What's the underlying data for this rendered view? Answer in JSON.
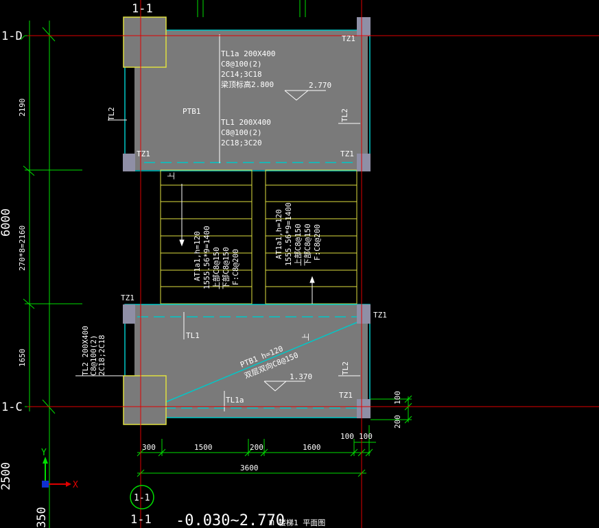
{
  "section_marks": {
    "top": "1-1",
    "bottom": "1-1",
    "circle": "1-1"
  },
  "axes": {
    "d": "1-D",
    "c": "1-C"
  },
  "left_dims": {
    "d1": "2190",
    "d2": "270*8=2160",
    "d3": "1650",
    "total": "6000",
    "e1": "2500",
    "e2": "350"
  },
  "bottom_dims": {
    "a": "300",
    "b": "1500",
    "c": "200",
    "d": "1600",
    "total": "3600",
    "e": "100",
    "f": "100"
  },
  "right_dims": {
    "a": "100",
    "b": "200"
  },
  "top_slab": {
    "tl1a_1": "TL1a 200X400",
    "tl1a_2": "C8@100(2)",
    "tl1a_3": "2C14;3C18",
    "tl1a_4": "梁顶标高2.800",
    "ptb": "PTB1",
    "tl1_1": "TL1 200X400",
    "tl1_2": "C8@100(2)",
    "tl1_3": "2C18;3C20",
    "level": "2.770",
    "tl2_left": "TL2",
    "tl2_right": "TL2"
  },
  "columns": {
    "tz1": "TZ1"
  },
  "stair_left": {
    "up": "上",
    "l1": "AT1a1,h=120",
    "l2": "1555.56*9=1400",
    "l3": "上部C8@150",
    "l4": "下部C8@150",
    "l5": "F:C8@200"
  },
  "stair_right": {
    "l1": "AT1a1,h=120",
    "l2": "1555.56*9=1400",
    "l3": "上部C8@150",
    "l4": "下部C8@150",
    "l5": "F:C8@200"
  },
  "bottom_slab": {
    "tl1": "TL1",
    "ptb": "PTB1 h=120",
    "rebar": "双层双向C8@150",
    "level": "1.370",
    "tl1a": "TL1a",
    "tl2_right": "TL2",
    "up": "上"
  },
  "tl2_note": {
    "l1": "TL2 200X400",
    "l2": "C8@100(2)",
    "l3": "2C18;2C18"
  },
  "ucs": {
    "x": "X",
    "y": "Y"
  },
  "plan_title": {
    "level": "-0.030~2.770",
    "unit": "m",
    "name": "楼梯1 平面图"
  },
  "colors": {
    "bg": "#000000",
    "axis": "#e00000",
    "dim": "#00e000",
    "wall": "#00c8c8",
    "slab": "#7a7a7a",
    "stair": "#e0e040",
    "column": "#8f8fa6",
    "text": "#ffffff",
    "circle": "#00e000"
  }
}
